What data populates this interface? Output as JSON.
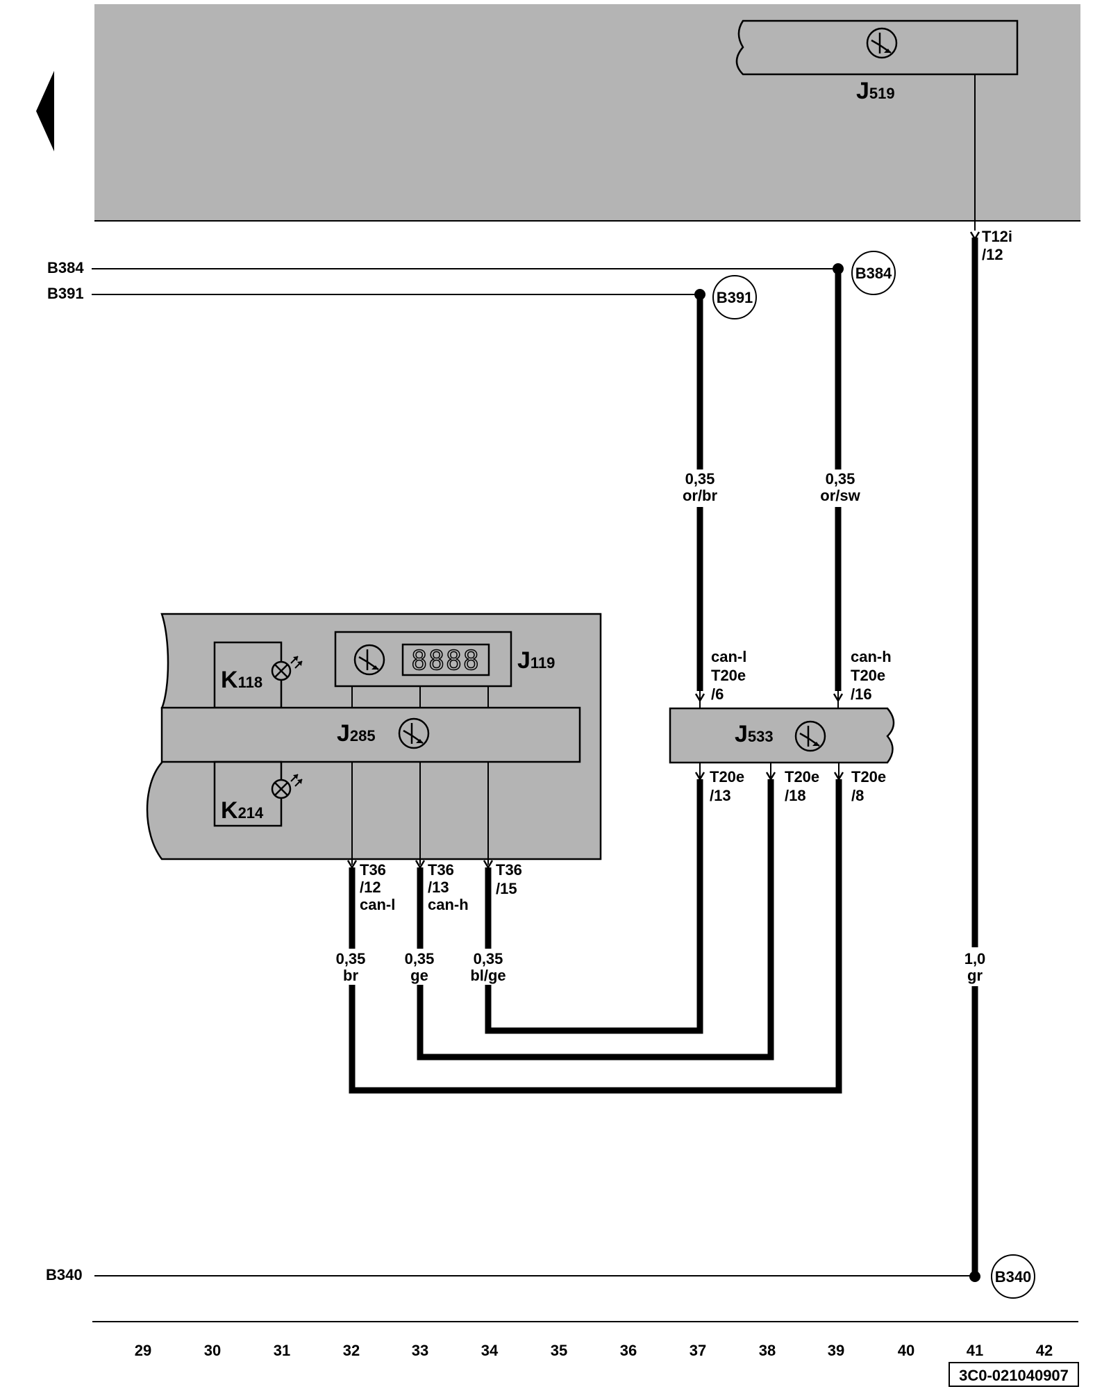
{
  "components": {
    "j519": {
      "letter": "J",
      "number": "519"
    },
    "j119": {
      "letter": "J",
      "number": "119",
      "display": "8888"
    },
    "j285": {
      "letter": "J",
      "number": "285"
    },
    "j533": {
      "letter": "J",
      "number": "533"
    },
    "k118": {
      "letter": "K",
      "number": "118"
    },
    "k214": {
      "letter": "K",
      "number": "214"
    }
  },
  "references": {
    "b384_left": "B384",
    "b391_left": "B391",
    "b340_left": "B340",
    "b384_circle": "B384",
    "b391_circle": "B391",
    "b340_circle": "B340"
  },
  "connectors": {
    "t12i": {
      "line1": "T12i",
      "line2": "/12"
    },
    "j533_can_l": {
      "line1": "can-l",
      "line2": "T20e",
      "line3": "/6"
    },
    "j533_can_h": {
      "line1": "can-h",
      "line2": "T20e",
      "line3": "/16"
    },
    "j533_13": {
      "line1": "T20e",
      "line2": "/13"
    },
    "j533_18": {
      "line1": "T20e",
      "line2": "/18"
    },
    "j533_8": {
      "line1": "T20e",
      "line2": "/8"
    },
    "t36_12": {
      "line1": "T36",
      "line2": "/12",
      "line3": "can-l"
    },
    "t36_13": {
      "line1": "T36",
      "line2": "/13",
      "line3": "can-h"
    },
    "t36_15": {
      "line1": "T36",
      "line2": "/15"
    }
  },
  "wires": {
    "or_br": {
      "size": "0,35",
      "color": "or/br"
    },
    "or_sw": {
      "size": "0,35",
      "color": "or/sw"
    },
    "br": {
      "size": "0,35",
      "color": "br"
    },
    "ge": {
      "size": "0,35",
      "color": "ge"
    },
    "bl_ge": {
      "size": "0,35",
      "color": "bl/ge"
    },
    "gr": {
      "size": "1,0",
      "color": "gr"
    }
  },
  "columns": [
    "29",
    "30",
    "31",
    "32",
    "33",
    "34",
    "35",
    "36",
    "37",
    "38",
    "39",
    "40",
    "41",
    "42"
  ],
  "diagram_id": "3C0-021040907",
  "colors": {
    "gray_area": "#b4b4b4",
    "wire": "#000000",
    "background": "#ffffff"
  }
}
